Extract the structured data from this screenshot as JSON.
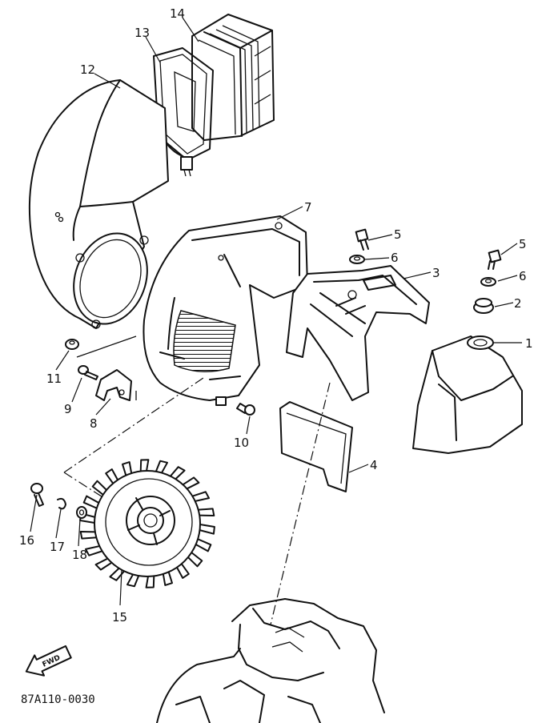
{
  "diagram": {
    "reference_code": "87A110-0030",
    "direction_label": "FWD",
    "colors": {
      "line": "#111111",
      "background": "#ffffff"
    },
    "callouts": [
      {
        "id": "c1",
        "text": "1"
      },
      {
        "id": "c2",
        "text": "2"
      },
      {
        "id": "c3",
        "text": "3"
      },
      {
        "id": "c4",
        "text": "4"
      },
      {
        "id": "c5a",
        "text": "5"
      },
      {
        "id": "c5b",
        "text": "5"
      },
      {
        "id": "c6a",
        "text": "6"
      },
      {
        "id": "c6b",
        "text": "6"
      },
      {
        "id": "c7",
        "text": "7"
      },
      {
        "id": "c8",
        "text": "8"
      },
      {
        "id": "c9",
        "text": "9"
      },
      {
        "id": "c10",
        "text": "10"
      },
      {
        "id": "c11",
        "text": "11"
      },
      {
        "id": "c12",
        "text": "12"
      },
      {
        "id": "c13",
        "text": "13"
      },
      {
        "id": "c14",
        "text": "14"
      },
      {
        "id": "c15",
        "text": "15"
      },
      {
        "id": "c16",
        "text": "16"
      },
      {
        "id": "c17",
        "text": "17"
      },
      {
        "id": "c18",
        "text": "18"
      }
    ]
  }
}
